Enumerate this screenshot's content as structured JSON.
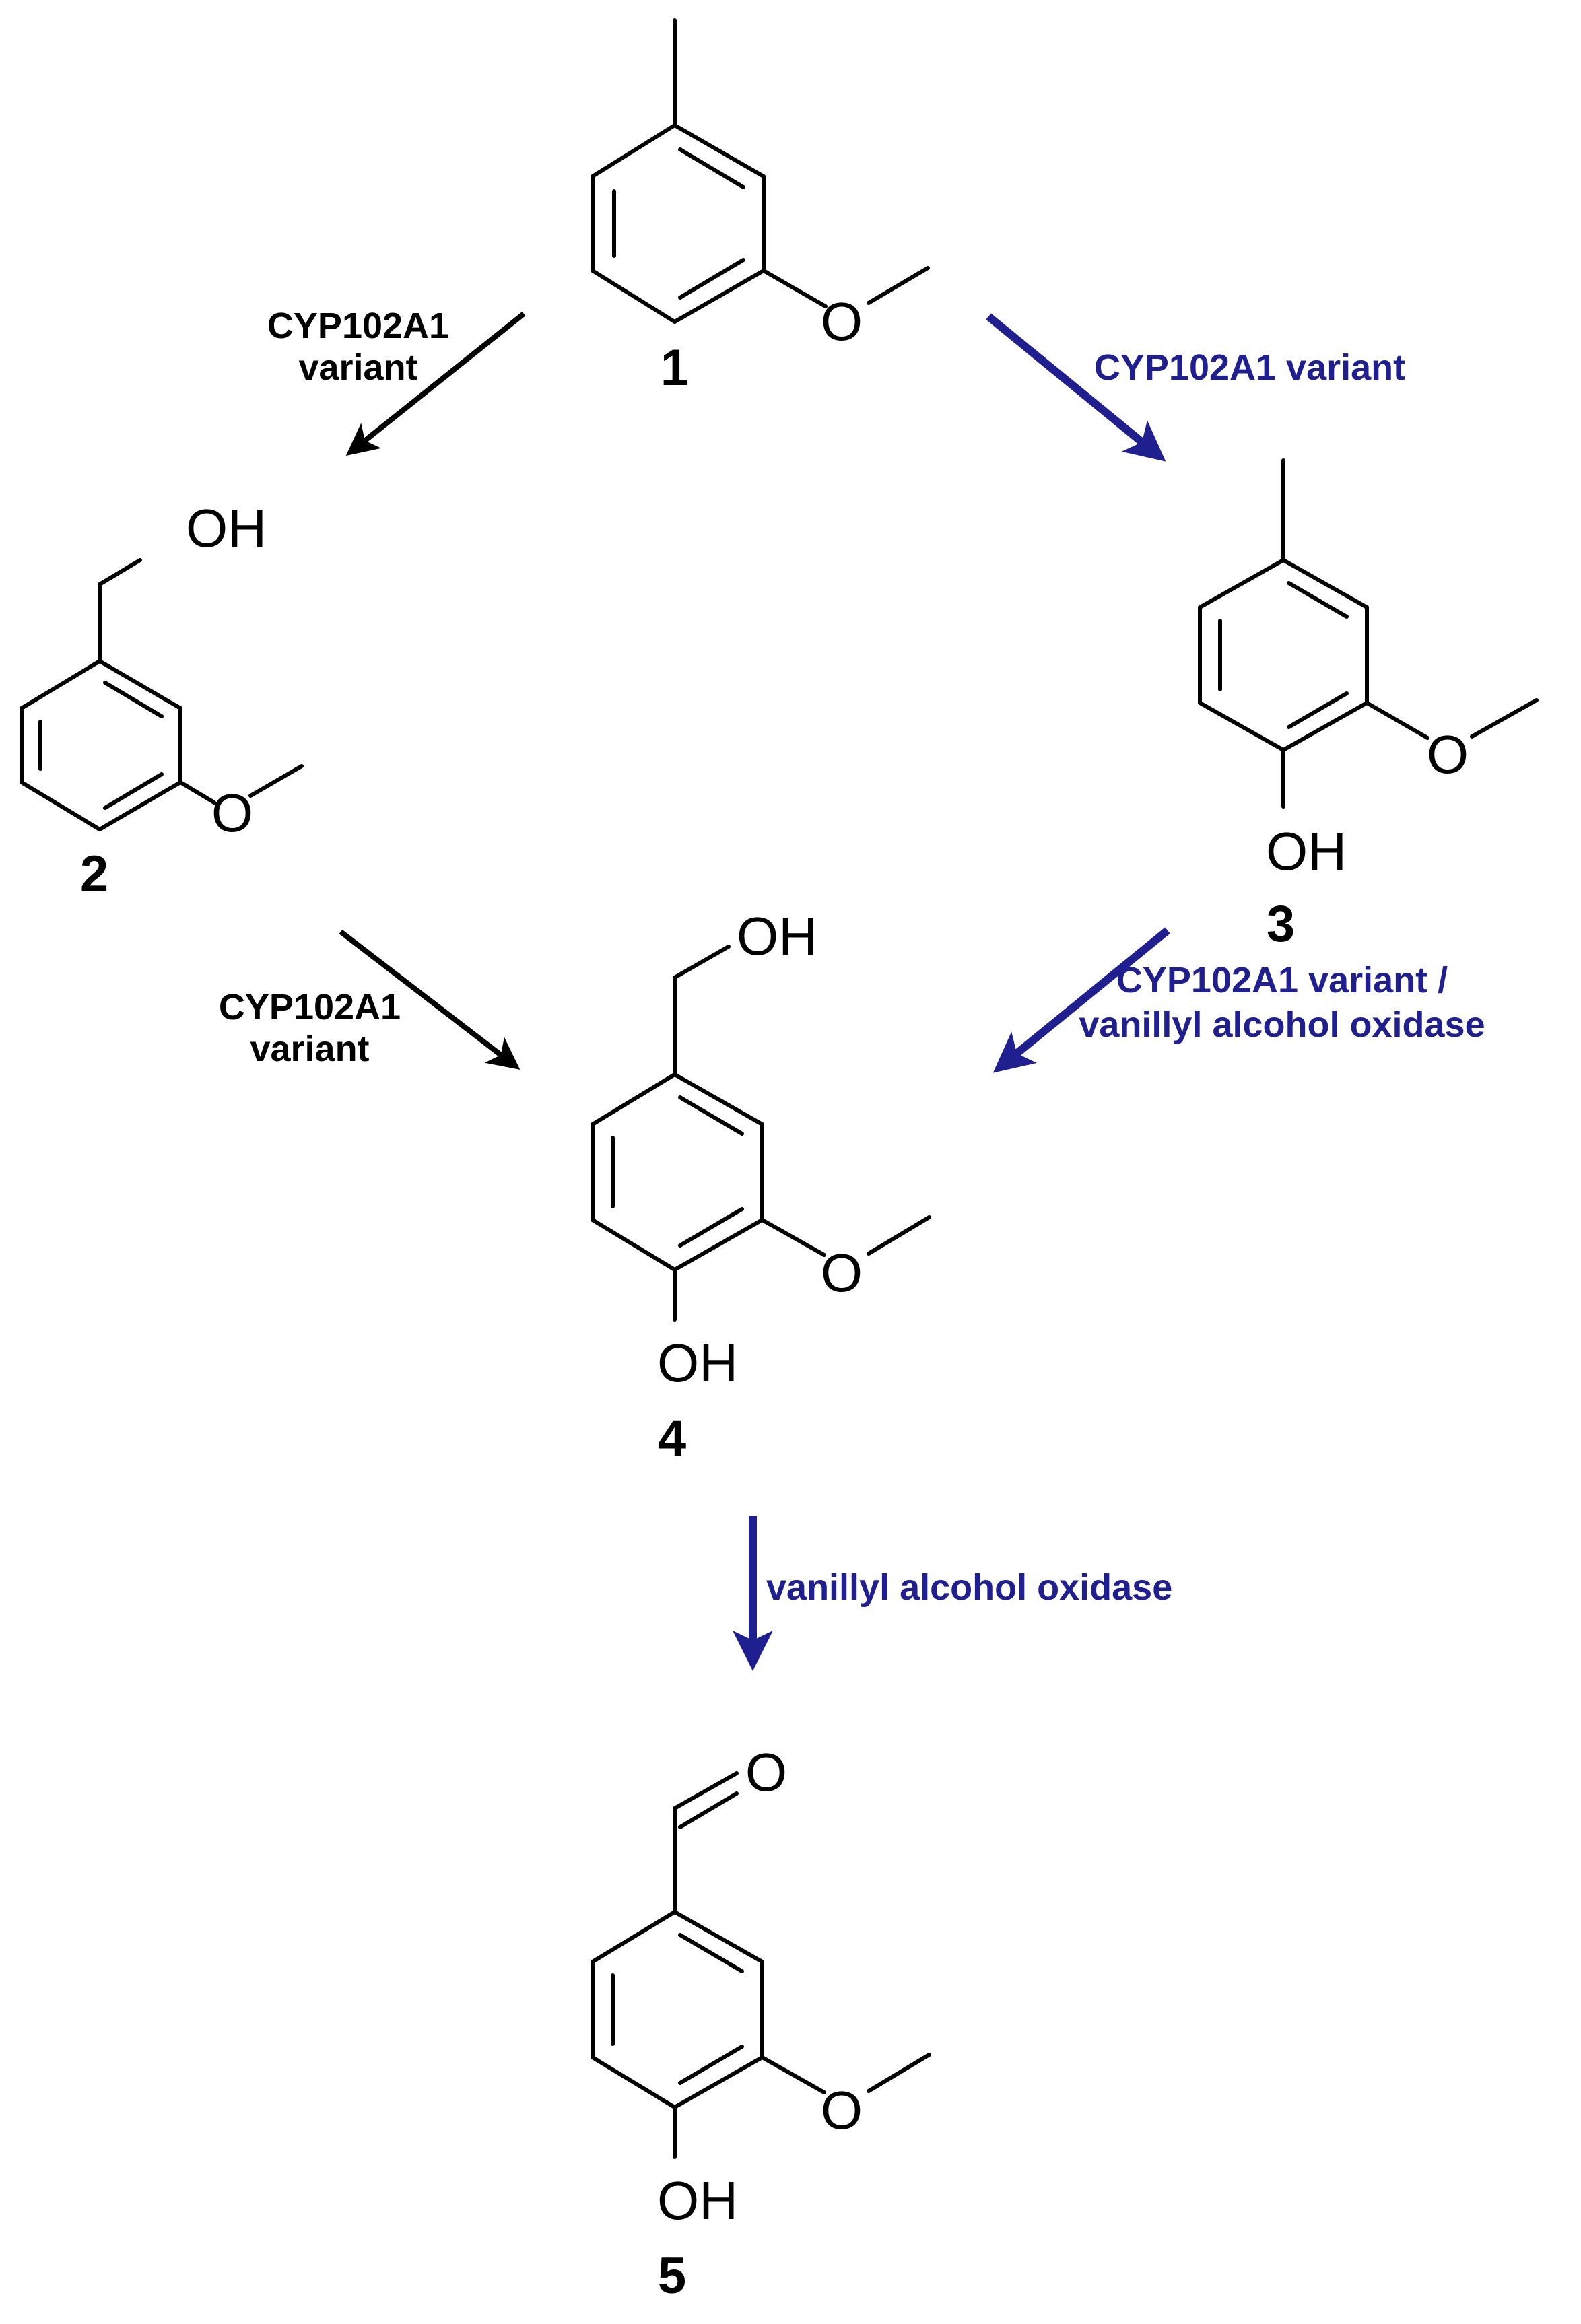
{
  "colors": {
    "black_path": "#000000",
    "blue_path": "#1f1f8f"
  },
  "compounds": {
    "c1": {
      "number": "1"
    },
    "c2": {
      "number": "2",
      "oh_label": "OH",
      "o_label": "O"
    },
    "c3": {
      "number": "3",
      "o_label": "O",
      "oh_label": "OH"
    },
    "c4": {
      "number": "4",
      "ch2oh_label": "OH",
      "o_label": "O",
      "oh_label": "OH"
    },
    "c5": {
      "number": "5",
      "cho_label": "O",
      "o_label": "O",
      "oh_label": "OH"
    },
    "c1_o_label": "O"
  },
  "reactions": {
    "r_1_2": {
      "line1": "CYP102A1",
      "line2": "variant",
      "color": "black"
    },
    "r_1_3": {
      "line1": "CYP102A1  variant",
      "color": "blue"
    },
    "r_2_4": {
      "line1": "CYP102A1",
      "line2": "variant",
      "color": "black"
    },
    "r_3_4": {
      "line1": "CYP102A1  variant /",
      "line2": "vanillyl alcohol oxidase",
      "color": "blue"
    },
    "r_4_5": {
      "line1": "vanillyl alcohol oxidase",
      "color": "blue"
    }
  }
}
